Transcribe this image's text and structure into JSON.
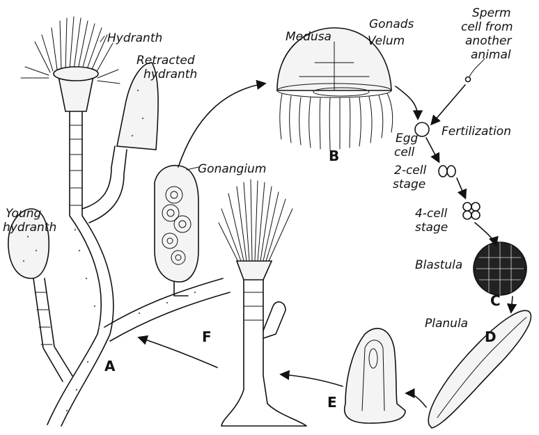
{
  "labels": {
    "hydranth": "Hydranth",
    "retracted_line1": "Retracted",
    "retracted_line2": "hydranth",
    "young_line1": "Young",
    "young_line2": "hydranth",
    "gonangium": "Gonangium",
    "medusa": "Medusa",
    "gonads": "Gonads",
    "velum": "Velum",
    "sperm_line1": "Sperm",
    "sperm_line2": "cell from",
    "sperm_line3": "another",
    "sperm_line4": "animal",
    "fertilization": "Fertilization",
    "egg_line1": "Egg",
    "egg_line2": "cell",
    "two_cell_line1": "2-cell",
    "two_cell_line2": "stage",
    "four_cell_line1": "4-cell",
    "four_cell_line2": "stage",
    "blastula": "Blastula",
    "planula": "Planula"
  },
  "stage_letters": {
    "a": "A",
    "b": "B",
    "c": "C",
    "d": "D",
    "e": "E",
    "f": "F"
  }
}
